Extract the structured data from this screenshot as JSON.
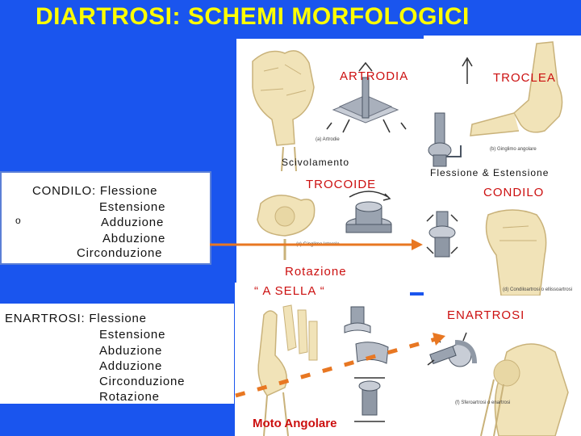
{
  "title": "DIARTROSI: SCHEMI MORFOLOGICI",
  "artrodia": {
    "label": "ARTRODIA",
    "movement": "Scivolamento",
    "caption": "(a) Artrodie"
  },
  "troclea": {
    "label": "TROCLEA",
    "movement": "Flessione & Estensione",
    "caption": "(b) Ginglimo angolare"
  },
  "trocoide": {
    "label": "TROCOIDE",
    "movement": "Rotazione",
    "caption": "(c) Ginglimo laterale"
  },
  "condilo": {
    "label": "CONDILO",
    "caption": "(d) Condiloartrosi o ellissoartrosi"
  },
  "sella": {
    "label": "“ A SELLA “",
    "movement": "Moto Angolare"
  },
  "enartrosi": {
    "label": "ENARTROSI",
    "caption": "(f) Sferoartrosi o enartrosi"
  },
  "condilo_box": {
    "heading": "CONDILO: Flessione",
    "movements": [
      "Estensione",
      "Adduzione",
      "Abduzione",
      "Circonduzione"
    ],
    "bullet": "o"
  },
  "enartrosi_box": {
    "heading": "ENARTROSI: Flessione",
    "movements": [
      "Estensione",
      "Abduzione",
      "Adduzione",
      "Circonduzione",
      "Rotazione"
    ]
  },
  "colors": {
    "background": "#1a55ee",
    "title": "#ffff00",
    "label_red": "#cc1010",
    "arrow": "#e87722"
  }
}
